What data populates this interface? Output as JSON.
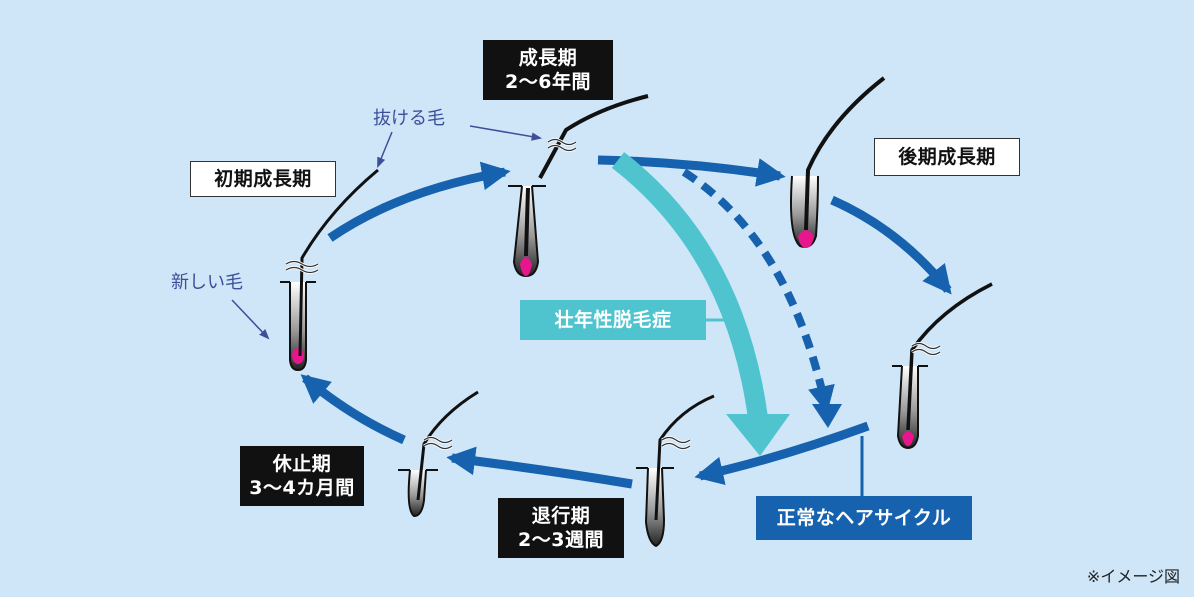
{
  "phases": {
    "anagen": {
      "title": "成長期",
      "duration": "2〜6年間"
    },
    "late_anagen": {
      "title": "後期成長期"
    },
    "catagen": {
      "title": "退行期",
      "duration": "2〜3週間"
    },
    "telogen": {
      "title": "休止期",
      "duration": "3〜4カ月間"
    },
    "early_anagen": {
      "title": "初期成長期"
    }
  },
  "labels": {
    "aga": "壮年性脱毛症",
    "normal_cycle": "正常なヘアサイクル",
    "shedding_hair": "抜ける毛",
    "new_hair": "新しい毛",
    "image_note": "※イメージ図"
  },
  "colors": {
    "background": "#cfe6f8",
    "cycle_arrow": "#1662ae",
    "aga_arrow": "#4fc4cf",
    "hair_bulb": "#e8168c",
    "annotation": "#3d4f9a"
  }
}
